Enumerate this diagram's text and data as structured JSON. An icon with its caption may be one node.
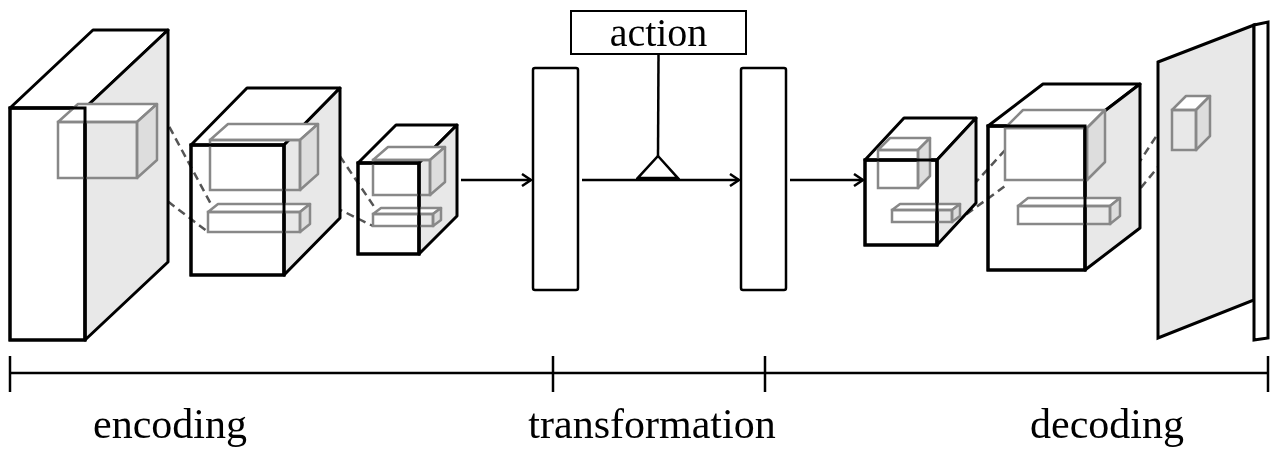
{
  "diagram": {
    "nodes": [
      {
        "text": [],
        "shape": "cube"
      },
      {
        "text": [],
        "shape": "cube"
      },
      {
        "text": [],
        "shape": "cube"
      },
      {
        "text": [],
        "shape": "bar"
      },
      {
        "text": [
          "action"
        ]
      },
      {
        "text": [],
        "shape": "bar"
      },
      {
        "text": [],
        "shape": "cube"
      },
      {
        "text": [],
        "shape": "cube"
      },
      {
        "text": [],
        "shape": "panel"
      }
    ],
    "edges": [
      {
        "from": 0,
        "to": 1,
        "arrow": "none",
        "style": "dashed",
        "color": "#555555"
      },
      {
        "from": 0,
        "to": 1,
        "arrow": "none",
        "style": "dashed",
        "color": "#555555"
      },
      {
        "from": 1,
        "to": 2,
        "arrow": "none",
        "style": "dashed",
        "color": "#555555"
      },
      {
        "from": 1,
        "to": 2,
        "arrow": "none",
        "style": "dashed",
        "color": "#555555"
      },
      {
        "from": 2,
        "to": 3,
        "arrow": "to"
      },
      {
        "from": 3,
        "to": 5,
        "arrow": "to"
      },
      {
        "from": 4,
        "to": null,
        "arrow": "other"
      },
      {
        "from": 5,
        "to": 6,
        "arrow": "to"
      },
      {
        "from": 6,
        "to": 7,
        "arrow": "none",
        "style": "dashed",
        "color": "#555555"
      },
      {
        "from": 6,
        "to": 7,
        "arrow": "none",
        "style": "dashed",
        "color": "#555555"
      },
      {
        "from": 7,
        "to": 8,
        "arrow": "none",
        "style": "dashed",
        "color": "#555555"
      },
      {
        "from": 7,
        "to": 8,
        "arrow": "none",
        "style": "dashed",
        "color": "#555555"
      }
    ],
    "labels": [
      "encoding",
      "transformation",
      "decoding"
    ]
  }
}
